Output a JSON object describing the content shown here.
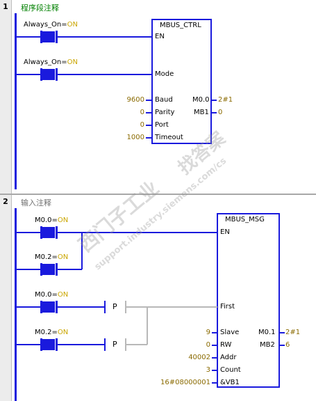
{
  "networks": [
    {
      "number": "1",
      "comment": "程序段注释"
    },
    {
      "number": "2",
      "comment": "输入注释"
    }
  ],
  "net1": {
    "contact1": {
      "name": "Always_On",
      "state": "ON"
    },
    "contact2": {
      "name": "Always_On",
      "state": "ON"
    },
    "block": {
      "title": "MBUS_CTRL",
      "pins_in": [
        "EN",
        "Mode",
        "Baud",
        "Parity",
        "Port",
        "Timeout"
      ],
      "pins_out": [
        "M0.0",
        "MB1"
      ],
      "in_values": {
        "baud": "9600",
        "parity": "0",
        "port": "0",
        "timeout": "1000"
      },
      "out_values": {
        "m00": "2#1",
        "mb1": "0"
      }
    }
  },
  "net2": {
    "contact1": {
      "name": "M0.0",
      "state": "ON"
    },
    "contact2": {
      "name": "M0.2",
      "state": "ON"
    },
    "contact3": {
      "name": "M0.0",
      "state": "ON"
    },
    "contact4": {
      "name": "M0.2",
      "state": "ON"
    },
    "p_label": "P",
    "block": {
      "title": "MBUS_MSG",
      "pins_in": [
        "EN",
        "First",
        "Slave",
        "RW",
        "Addr",
        "Count",
        "&VB1"
      ],
      "pins_out": [
        "M0.1",
        "MB2"
      ],
      "in_values": {
        "slave": "9",
        "rw": "0",
        "addr": "40002",
        "count": "3",
        "dataptr": "16#08000001"
      },
      "out_values": {
        "m01": "2#1",
        "mb2": "6"
      }
    }
  },
  "watermark": {
    "text1": "西门子工业",
    "text2": "support.industry.siemens.com/cs",
    "text3": "找答案"
  },
  "colors": {
    "wire": "#1a1add",
    "inactive": "#b8b8b8",
    "value": "#8a6a00",
    "on": "#caa600"
  }
}
